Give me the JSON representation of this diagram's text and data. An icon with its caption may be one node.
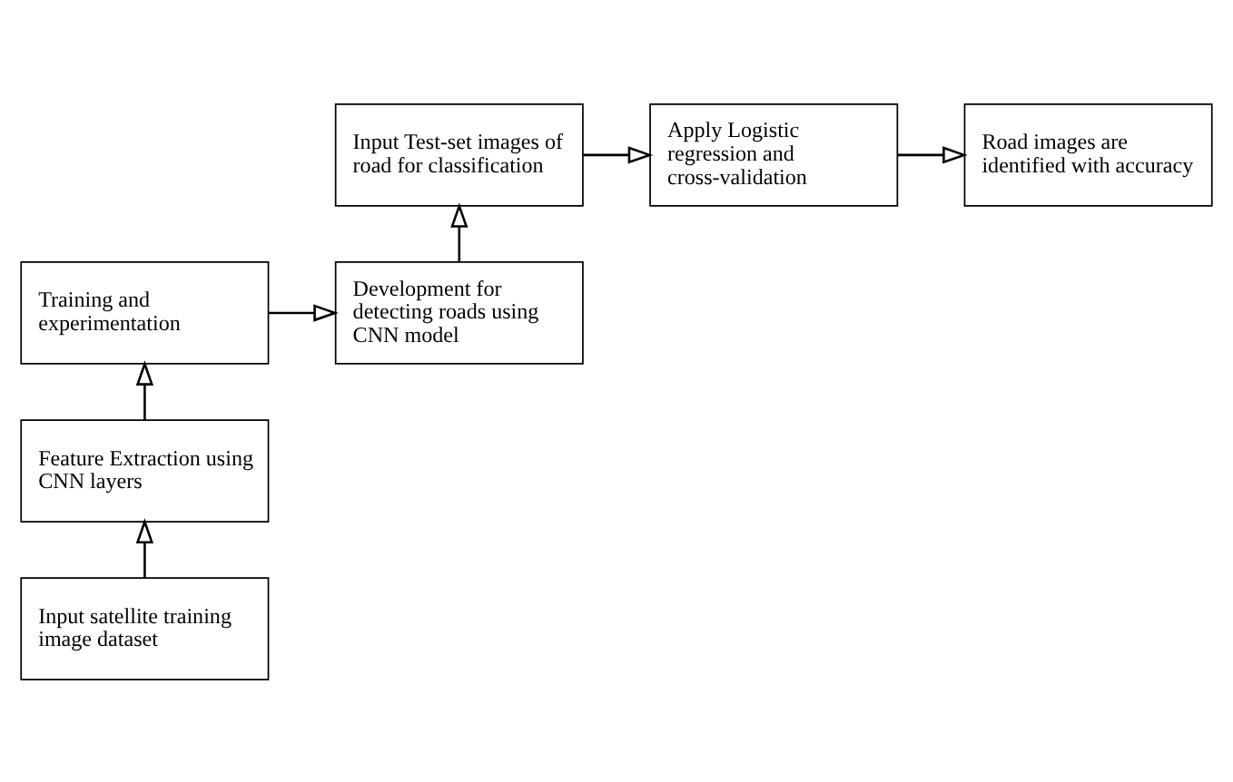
{
  "diagram": {
    "nodes": [
      {
        "text": [
          "Input Test-set images of road for classification"
        ]
      },
      {
        "text": [
          "Apply Logistic regression and cross-validation"
        ]
      },
      {
        "text": [
          "Road images are identified with accuracy"
        ]
      },
      {
        "text": [
          "Development for detecting roads using CNN model"
        ]
      },
      {
        "text": [
          "Training and experimentation"
        ]
      },
      {
        "text": [
          "Feature Extraction using CNN layers"
        ]
      },
      {
        "text": [
          "Input satellite training image dataset"
        ]
      }
    ],
    "edges": [
      {
        "from": 6,
        "to": 5,
        "arrow": "to"
      },
      {
        "from": 5,
        "to": 4,
        "arrow": "to"
      },
      {
        "from": 4,
        "to": 3,
        "arrow": "to"
      },
      {
        "from": 3,
        "to": 0,
        "arrow": "to"
      },
      {
        "from": 0,
        "to": 1,
        "arrow": "to"
      },
      {
        "from": 1,
        "to": 2,
        "arrow": "to"
      }
    ]
  }
}
